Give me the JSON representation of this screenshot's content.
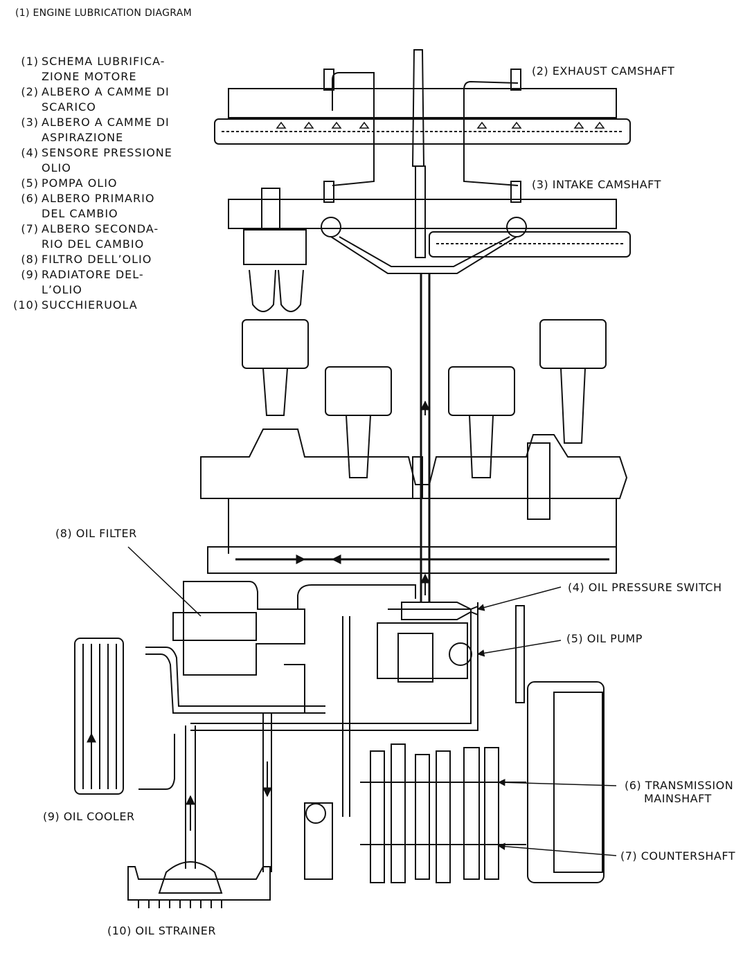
{
  "title": "(1) ENGINE LUBRICATION DIAGRAM",
  "legend": [
    {
      "num": "(1)",
      "lines": [
        "SCHEMA LUBRIFICA-",
        "ZIONE MOTORE"
      ]
    },
    {
      "num": "(2)",
      "lines": [
        "ALBERO A CAMME DI",
        "SCARICO"
      ]
    },
    {
      "num": "(3)",
      "lines": [
        "ALBERO A CAMME DI",
        "ASPIRAZIONE"
      ]
    },
    {
      "num": "(4)",
      "lines": [
        "SENSORE PRESSIONE",
        "OLIO"
      ]
    },
    {
      "num": "(5)",
      "lines": [
        "POMPA OLIO"
      ]
    },
    {
      "num": "(6)",
      "lines": [
        "ALBERO PRIMARIO",
        "DEL CAMBIO"
      ]
    },
    {
      "num": "(7)",
      "lines": [
        "ALBERO SECONDA-",
        "RIO DEL CAMBIO"
      ]
    },
    {
      "num": "(8)",
      "lines": [
        "FILTRO DELL’OLIO"
      ]
    },
    {
      "num": "(9)",
      "lines": [
        "RADIATORE DEL-",
        "L’OLIO"
      ]
    },
    {
      "num": "(10)",
      "lines": [
        "SUCCHIERUOLA"
      ]
    }
  ],
  "labels": {
    "exhaust_camshaft": "(2) EXHAUST CAMSHAFT",
    "intake_camshaft": "(3) INTAKE CAMSHAFT",
    "oil_filter": "(8) OIL FILTER",
    "oil_pressure_switch": "(4) OIL PRESSURE SWITCH",
    "oil_pump": "(5) OIL PUMP",
    "transmission_mainshaft_1": "(6) TRANSMISSION",
    "transmission_mainshaft_2": "MAINSHAFT",
    "oil_cooler": "(9) OIL COOLER",
    "countershaft": "(7) COUNTERSHAFT",
    "oil_strainer": "(10) OIL STRAINER"
  }
}
